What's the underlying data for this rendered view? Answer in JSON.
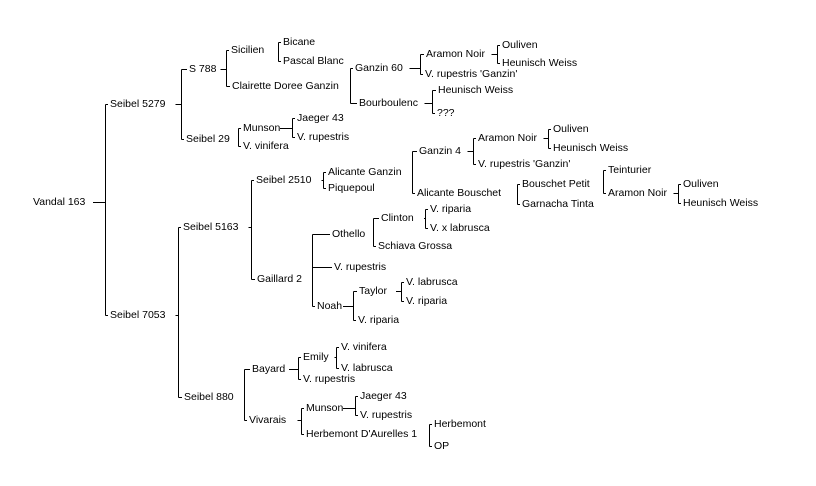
{
  "tree": {
    "id": "vandal_163",
    "label": "Vandal 163",
    "children": [
      {
        "id": "seibel_5279",
        "label": "Seibel 5279",
        "children": [
          {
            "id": "s_788",
            "label": "S 788",
            "children": [
              {
                "id": "sicilien",
                "label": "Sicilien",
                "children": [
                  {
                    "id": "bicane",
                    "label": "Bicane"
                  },
                  {
                    "id": "pascal_blanc",
                    "label": "Pascal Blanc"
                  }
                ]
              },
              {
                "id": "clairette_doree_ganzin",
                "label": "Clairette Doree Ganzin",
                "children": [
                  {
                    "id": "ganzin_60",
                    "label": "Ganzin 60",
                    "children": [
                      {
                        "id": "aramon_noir_1",
                        "label": "Aramon Noir",
                        "children": [
                          {
                            "id": "ouliven_1",
                            "label": "Ouliven"
                          },
                          {
                            "id": "heunisch_weiss_1",
                            "label": "Heunisch Weiss"
                          }
                        ]
                      },
                      {
                        "id": "v_rupestris_ganzin_1",
                        "label": "V. rupestris 'Ganzin'"
                      }
                    ]
                  },
                  {
                    "id": "bourboulenc",
                    "label": "Bourboulenc",
                    "children": [
                      {
                        "id": "heunisch_weiss_2",
                        "label": "Heunisch Weiss"
                      },
                      {
                        "id": "unknown",
                        "label": "???"
                      }
                    ]
                  }
                ]
              }
            ]
          },
          {
            "id": "seibel_29",
            "label": "Seibel 29",
            "children": [
              {
                "id": "munson_1",
                "label": "Munson",
                "children": [
                  {
                    "id": "jaeger_43_1",
                    "label": "Jaeger 43"
                  },
                  {
                    "id": "v_rupestris_1",
                    "label": "V. rupestris"
                  }
                ]
              },
              {
                "id": "v_vinifera_1",
                "label": "V. vinifera"
              }
            ]
          }
        ]
      },
      {
        "id": "seibel_7053",
        "label": "Seibel 7053",
        "children": [
          {
            "id": "seibel_5163",
            "label": "Seibel 5163",
            "children": [
              {
                "id": "seibel_2510",
                "label": "Seibel 2510",
                "children": [
                  {
                    "id": "alicante_ganzin",
                    "label": "Alicante Ganzin",
                    "children": [
                      {
                        "id": "ganzin_4",
                        "label": "Ganzin 4",
                        "children": [
                          {
                            "id": "aramon_noir_2",
                            "label": "Aramon Noir",
                            "children": [
                              {
                                "id": "ouliven_2",
                                "label": "Ouliven"
                              },
                              {
                                "id": "heunisch_weiss_3",
                                "label": "Heunisch Weiss"
                              }
                            ]
                          },
                          {
                            "id": "v_rupestris_ganzin_2",
                            "label": "V. rupestris 'Ganzin'"
                          }
                        ]
                      },
                      {
                        "id": "alicante_bouschet",
                        "label": "Alicante Bouschet",
                        "children": [
                          {
                            "id": "bouschet_petit",
                            "label": "Bouschet Petit",
                            "children": [
                              {
                                "id": "teinturier",
                                "label": "Teinturier"
                              },
                              {
                                "id": "aramon_noir_3",
                                "label": "Aramon Noir",
                                "children": [
                                  {
                                    "id": "ouliven_3",
                                    "label": "Ouliven"
                                  },
                                  {
                                    "id": "heunisch_weiss_4",
                                    "label": "Heunisch Weiss"
                                  }
                                ]
                              }
                            ]
                          },
                          {
                            "id": "garnacha_tinta",
                            "label": "Garnacha Tinta"
                          }
                        ]
                      }
                    ]
                  },
                  {
                    "id": "piquepoul",
                    "label": "Piquepoul"
                  }
                ]
              },
              {
                "id": "gaillard_2",
                "label": "Gaillard 2",
                "children": [
                  {
                    "id": "othello",
                    "label": "Othello",
                    "children": [
                      {
                        "id": "clinton",
                        "label": "Clinton",
                        "children": [
                          {
                            "id": "v_riparia_1",
                            "label": "V. riparia"
                          },
                          {
                            "id": "v_x_labrusca",
                            "label": "V. x labrusca"
                          }
                        ]
                      },
                      {
                        "id": "schiava_grossa",
                        "label": "Schiava Grossa"
                      }
                    ]
                  },
                  {
                    "id": "v_rupestris_2",
                    "label": "V. rupestris"
                  },
                  {
                    "id": "noah",
                    "label": "Noah",
                    "children": [
                      {
                        "id": "taylor",
                        "label": "Taylor",
                        "children": [
                          {
                            "id": "v_labrusca_1",
                            "label": "V. labrusca"
                          },
                          {
                            "id": "v_riparia_2",
                            "label": "V. riparia"
                          }
                        ]
                      },
                      {
                        "id": "v_riparia_3",
                        "label": "V. riparia"
                      }
                    ]
                  }
                ]
              }
            ]
          },
          {
            "id": "seibel_880",
            "label": "Seibel 880",
            "children": [
              {
                "id": "bayard",
                "label": "Bayard",
                "children": [
                  {
                    "id": "emily",
                    "label": "Emily",
                    "children": [
                      {
                        "id": "v_vinifera_2",
                        "label": "V. vinifera"
                      },
                      {
                        "id": "v_labrusca_2",
                        "label": "V. labrusca"
                      }
                    ]
                  },
                  {
                    "id": "v_rupestris_3",
                    "label": "V. rupestris"
                  }
                ]
              },
              {
                "id": "vivarais",
                "label": "Vivarais",
                "children": [
                  {
                    "id": "munson_2",
                    "label": "Munson",
                    "children": [
                      {
                        "id": "jaeger_43_2",
                        "label": "Jaeger 43"
                      },
                      {
                        "id": "v_rupestris_4",
                        "label": "V. rupestris"
                      }
                    ]
                  },
                  {
                    "id": "herbemont_daurelles_1",
                    "label": "Herbemont D'Aurelles 1",
                    "children": [
                      {
                        "id": "herbemont",
                        "label": "Herbemont"
                      },
                      {
                        "id": "op",
                        "label": "OP"
                      }
                    ]
                  }
                ]
              }
            ]
          }
        ]
      }
    ]
  }
}
